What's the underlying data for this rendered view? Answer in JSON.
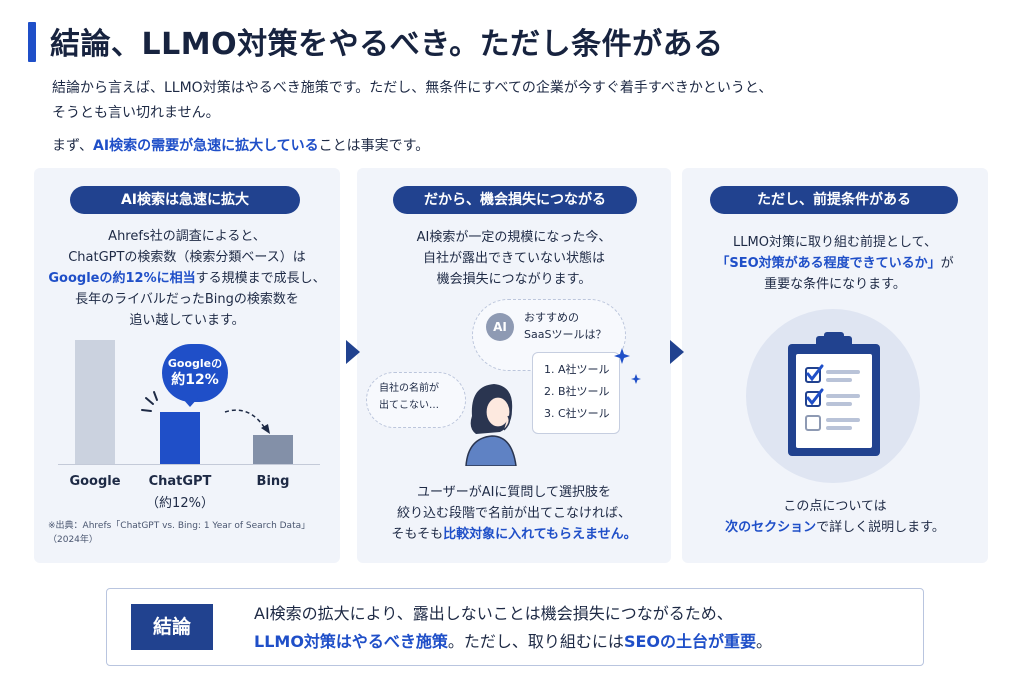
{
  "title": "結論、LLMO対策をやるべき。ただし条件がある",
  "intro": {
    "line1": "結論から言えば、LLMO対策はやるべき施策です。ただし、無条件にすべての企業が今すぐ着手すべきかというと、",
    "line2": "そうとも言い切れません。",
    "second_pre": "まず、",
    "second_em": "AI検索の需要が急速に拡大している",
    "second_post": "ことは事実です。"
  },
  "panel1": {
    "heading": "AI検索は急速に拡大",
    "text1": "Ahrefs社の調査によると、",
    "text2": "ChatGPTの検索数（検索分類ベース）は",
    "text3_em": "Googleの約12%に相当",
    "text3_post": "する規模まで成長し、",
    "text4": "長年のライバルだったBingの検索数を",
    "text5": "追い越しています。",
    "bubble_line1": "Googleの",
    "bubble_line2": "約12%",
    "note_line1": "※出典：Ahrefs「ChatGPT vs. Bing: 1 Year of Search Data」",
    "note_line2": "（2024年）"
  },
  "chart_data": {
    "type": "bar",
    "categories": [
      "Google",
      "ChatGPT\n（約12%）",
      "Bing"
    ],
    "category_labels": [
      "Google",
      "ChatGPT",
      "Bing"
    ],
    "category_sublabels": [
      "",
      "（約12%）",
      ""
    ],
    "values": [
      100,
      42,
      23
    ],
    "ylim": [
      0,
      100
    ],
    "colors": [
      "#cbd2df",
      "#1f4fc8",
      "#8390a8"
    ],
    "grid": false,
    "legend": "none"
  },
  "panel2": {
    "heading": "だから、機会損失につながる",
    "text1": "AI検索が一定の規模になった今、",
    "text2": "自社が露出できていない状態は",
    "text3": "機会損失につながります。",
    "ai_label": "AI",
    "question_line1": "おすすめの",
    "question_line2": "SaaSツールは？",
    "list": [
      "1. A社ツール",
      "2. B社ツール",
      "3. C社ツール"
    ],
    "thought_line1": "自社の名前が",
    "thought_line2": "出てこない…",
    "bottom1": "ユーザーがAIに質問して選択肢を",
    "bottom2": "絞り込む段階で名前が出てこなければ、",
    "bottom3_pre": "そもそも",
    "bottom3_em": "比較対象に入れてもらえません。"
  },
  "panel3": {
    "heading": "ただし、前提条件がある",
    "text1": "LLMO対策に取り組む前提として、",
    "text2_em": "「SEO対策がある程度できているか」",
    "text2_post": "が",
    "text3": "重要な条件になります。",
    "bottom1": "この点については",
    "bottom2_em": "次のセクション",
    "bottom2_post": "で詳しく説明します。"
  },
  "conclusion": {
    "label": "結論",
    "line1": "AI検索の拡大により、露出しないことは機会損失につながるため、",
    "line2_em1": "LLMO対策はやるべき施策",
    "line2_mid": "。ただし、取り組むには",
    "line2_em2": "SEOの土台が重要",
    "line2_post": "。"
  },
  "colors": {
    "accent": "#1f4fc8",
    "navy": "#21428f",
    "panel_bg": "#f1f4fa"
  }
}
